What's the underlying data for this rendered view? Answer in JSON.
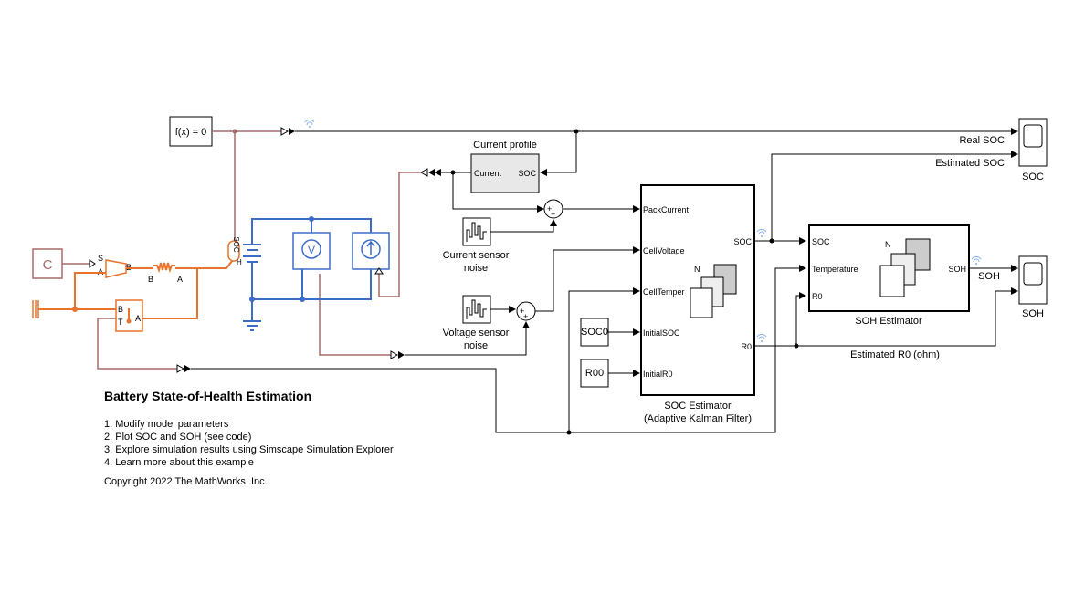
{
  "blocks": {
    "solver": "f(x) = 0",
    "current_profile_title": "Current profile",
    "current_profile_port_in": "Current",
    "current_profile_port_out": "SOC",
    "soc0": "SOC0",
    "r00": "R00",
    "current_sensor_noise_line1": "Current sensor",
    "current_sensor_noise_line2": "noise",
    "voltage_sensor_noise_line1": "Voltage sensor",
    "voltage_sensor_noise_line2": "noise",
    "soc_estimator_line1": "SOC Estimator",
    "soc_estimator_line2": "(Adaptive Kalman Filter)",
    "soc_est_ports": {
      "pack_current": "PackCurrent",
      "cell_voltage": "CellVoltage",
      "cell_temper": "CellTemper",
      "initial_soc": "InitialSOC",
      "initial_r0": "InitialR0",
      "soc_out": "SOC",
      "r0_out": "R0"
    },
    "soh_estimator": "SOH Estimator",
    "soh_est_ports": {
      "soc_in": "SOC",
      "temperature": "Temperature",
      "r0_in": "R0",
      "soh_out": "SOH"
    },
    "scope_soc": "SOC",
    "scope_soh": "SOH",
    "plus_sign": "+",
    "n_label": "N",
    "controlled_c": "C",
    "s_port": "S",
    "a_port": "A",
    "b_port": "B",
    "t_port": "T",
    "soc_battery": "SOC",
    "h_label": "H",
    "voltmeter": "V"
  },
  "signals": {
    "real_soc": "Real SOC",
    "estimated_soc": "Estimated SOC",
    "soh": "SOH",
    "estimated_r0": "Estimated R0 (ohm)"
  },
  "notes": {
    "title": "Battery State-of-Health Estimation",
    "items": [
      "1. Modify model parameters",
      "2. Plot SOC and SOH (see code)",
      "3. Explore simulation results using Simscape Simulation Explorer",
      "4. Learn more about this example"
    ],
    "copyright": "Copyright 2022 The MathWorks, Inc."
  },
  "colors": {
    "physical_thermal": "#e8742c",
    "signal_link": "#a86a6a",
    "electrical": "#3d6cc8",
    "wireless_icon": "#8ab4e8"
  }
}
